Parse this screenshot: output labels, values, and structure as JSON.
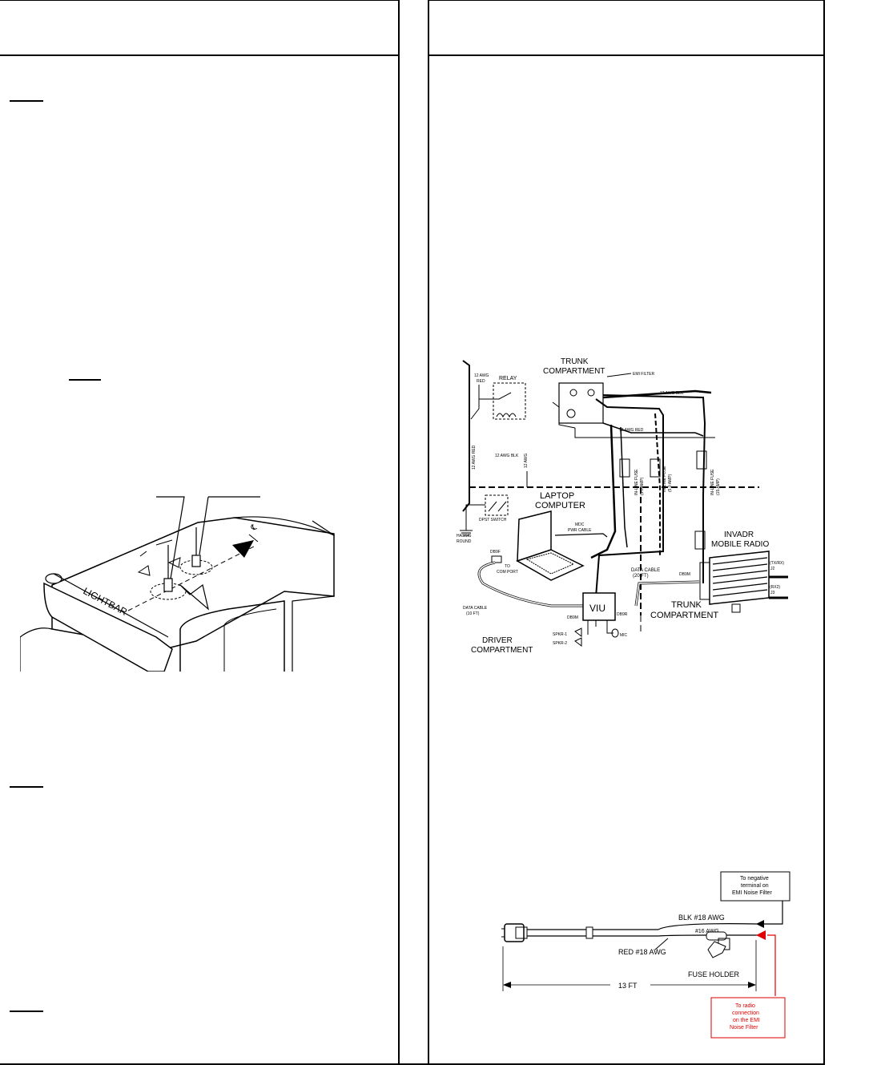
{
  "wiring": {
    "trunk_top": "TRUNK",
    "trunk_bottom": "COMPARTMENT",
    "emi_filter": "EMI FILTER",
    "awg_red_12_a": "12 AWG",
    "awg_red_12_b": "RED",
    "relay": "RELAY",
    "awg_blk_12_top": "12 AWG BLK",
    "awg_red_12_mid": "12 AWG RED",
    "awg_red_vertical": "12 AWG RED",
    "awg_blk_12_left": "12 AWG BLK",
    "awg_vertical": "12 AWG",
    "fuse_a_1": "IN-LINE FUSE",
    "fuse_a_2": "(5.0 AMP)",
    "fuse_b_1": "IN-LINE FUSE",
    "fuse_b_2": "(5.0 AMP)",
    "fuse_c_1": "IN-LINE FUSE",
    "fuse_c_2": "(15 AMP)",
    "laptop_1": "LAPTOP",
    "laptop_2": "COMPUTER",
    "dpst_switch": "DPST SWITCH",
    "chassis_1": "HASSIS",
    "chassis_2": "ROUND",
    "mdc_1": "MDC",
    "mdc_2": "PWR CABLE",
    "invadr_1": "INVADR",
    "invadr_2": "MOBILE RADIO",
    "tx_rx_1": "(TX/RX)",
    "tx_rx_2": "J2",
    "rx2_1": "(RX2)",
    "rx2_2": "J3",
    "db9f": "DB9F",
    "to_com_1": "TO",
    "to_com_2": "COM PORT",
    "data_cable_20_1": "DATA CABLE",
    "data_cable_20_2": "(20 FT)",
    "db9m_right": "DB9M",
    "viu": "VIU",
    "trunk2_1": "TRUNK",
    "trunk2_2": "COMPARTMENT",
    "data_cable_10_1": "DATA CABLE",
    "data_cable_10_2": "(10 FT)",
    "db9m_viu": "DB9M",
    "db9r": "DB9R",
    "spkr1": "SPKR-1",
    "spkr2": "SPKR-2",
    "mic": "MIC",
    "driver_1": "DRIVER",
    "driver_2": "COMPARTMENT"
  },
  "roof": {
    "lightbar": "LIGHTBAR"
  },
  "cable": {
    "neg_box_1": "To negative",
    "neg_box_2": "terminal on",
    "neg_box_3": "EMI Noise Filter",
    "blk_label": "BLK #18 AWG",
    "awg16_label": "#16 AWG",
    "red_label": "RED #18 AWG",
    "fuse_holder": "FUSE HOLDER",
    "length": "13 FT",
    "red_box_1": "To radio",
    "red_box_2": "connection",
    "red_box_3": "on the EMI",
    "red_box_4": "Noise Filter"
  },
  "colors": {
    "line": "#000000",
    "accent_red": "#e00000"
  }
}
